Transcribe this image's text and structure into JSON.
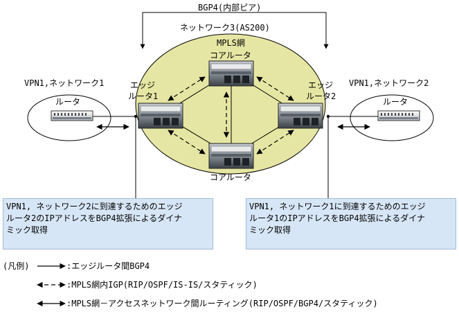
{
  "bgp_peer_label": "BGP4(内部ピア)",
  "network3_label": "ネットワーク3(AS200)",
  "mpls_label": "MPLS網",
  "core_router_top_label": "コアルータ",
  "core_router_bottom_label": "コアルータ",
  "edge_router1_label": [
    "エッジ",
    "ルータ1"
  ],
  "edge_router2_label": [
    "エッジ",
    "ルータ2"
  ],
  "vpn1_network1_label": "VPN1,ネットワーク1",
  "vpn1_network2_label": "VPN1,ネットワーク2",
  "router_left_label": "ルータ",
  "router_right_label": "ルータ",
  "callout_left": [
    "VPN1, ネットワーク2に到達するためのエッジ",
    "ルータ2のIPアドレスをBGP4拡張によるダイナ",
    "ミック取得"
  ],
  "callout_right": [
    "VPN1, ネットワーク1に到達するためのエッジ",
    "ルータ1のIPアドレスをBGP4拡張によるダイナ",
    "ミック取得"
  ],
  "legend": {
    "title": "(凡例)",
    "item1": ":エッジルータ間BGP4",
    "item2": ":MPLS網内IGP(RIP/OSPF/IS-IS/スタティック)",
    "item3": ":MPLS網－アクセスネットワーク間ルーティング(RIP/OSPF/BGP4/スタティック)"
  },
  "colors": {
    "mpls_fill": "#e6e6a4",
    "callout_fill": "#d6e6f6",
    "router_body": "#9aa2aa"
  }
}
